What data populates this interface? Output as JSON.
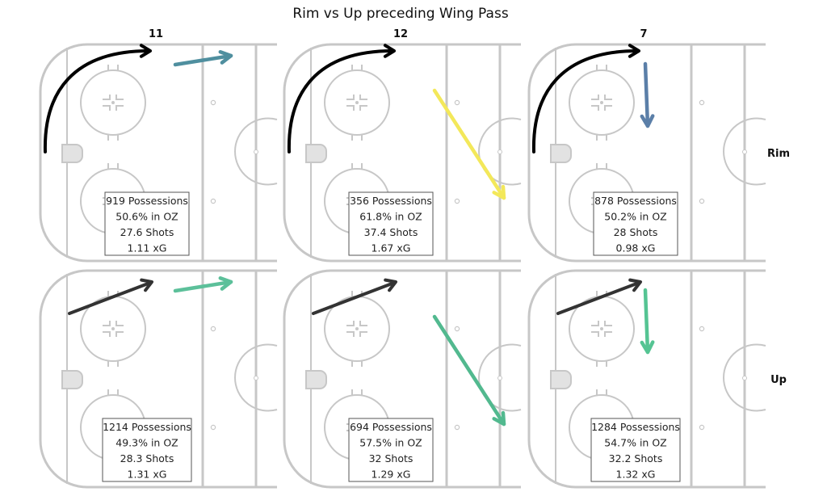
{
  "title": "Rim vs Up preceding Wing Pass",
  "columns": [
    "11",
    "12",
    "7"
  ],
  "rows": [
    "Rim",
    "Up"
  ],
  "colors": {
    "rink_line": "#c7c7c7",
    "rim_arrow": "#000000",
    "up_arrow": "#333333",
    "box_border": "#555555"
  },
  "panels": [
    {
      "row": "Rim",
      "column": "11",
      "stats": [
        "919 Possessions",
        "50.6% in OZ",
        "27.6 Shots",
        "1.11 xG"
      ],
      "pass_color": "#4f8f9f"
    },
    {
      "row": "Rim",
      "column": "12",
      "stats": [
        "356 Possessions",
        "61.8% in OZ",
        "37.4 Shots",
        "1.67 xG"
      ],
      "pass_color": "#f3e85a"
    },
    {
      "row": "Rim",
      "column": "7",
      "stats": [
        "878 Possessions",
        "50.2% in OZ",
        "28 Shots",
        "0.98 xG"
      ],
      "pass_color": "#5b7fa8"
    },
    {
      "row": "Up",
      "column": "11",
      "stats": [
        "1214 Possessions",
        "49.3% in OZ",
        "28.3 Shots",
        "1.31 xG"
      ],
      "pass_color": "#5cc09a"
    },
    {
      "row": "Up",
      "column": "12",
      "stats": [
        "694 Possessions",
        "57.5% in OZ",
        "32 Shots",
        "1.29 xG"
      ],
      "pass_color": "#52b98f"
    },
    {
      "row": "Up",
      "column": "7",
      "stats": [
        "1284 Possessions",
        "54.7% in OZ",
        "32.2 Shots",
        "1.32 xG"
      ],
      "pass_color": "#55c493"
    }
  ]
}
